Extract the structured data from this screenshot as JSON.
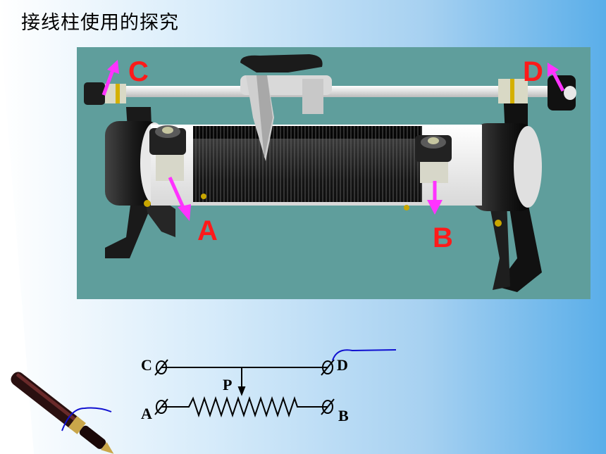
{
  "slide": {
    "title": "接线柱使用的探究"
  },
  "photo": {
    "terminal_labels": {
      "a": "A",
      "b": "B",
      "c": "C",
      "d": "D"
    },
    "arrow_color": "#ff33ff",
    "label_color": "#ff1a1a",
    "background_color": "#5f9e9c"
  },
  "circuit": {
    "labels": {
      "c": "C",
      "d": "D",
      "p": "P",
      "a": "A",
      "b": "B"
    },
    "wire_color": "#000000",
    "terminal_color": "#000000"
  },
  "annotations": {
    "ink_color": "#1010d0"
  }
}
